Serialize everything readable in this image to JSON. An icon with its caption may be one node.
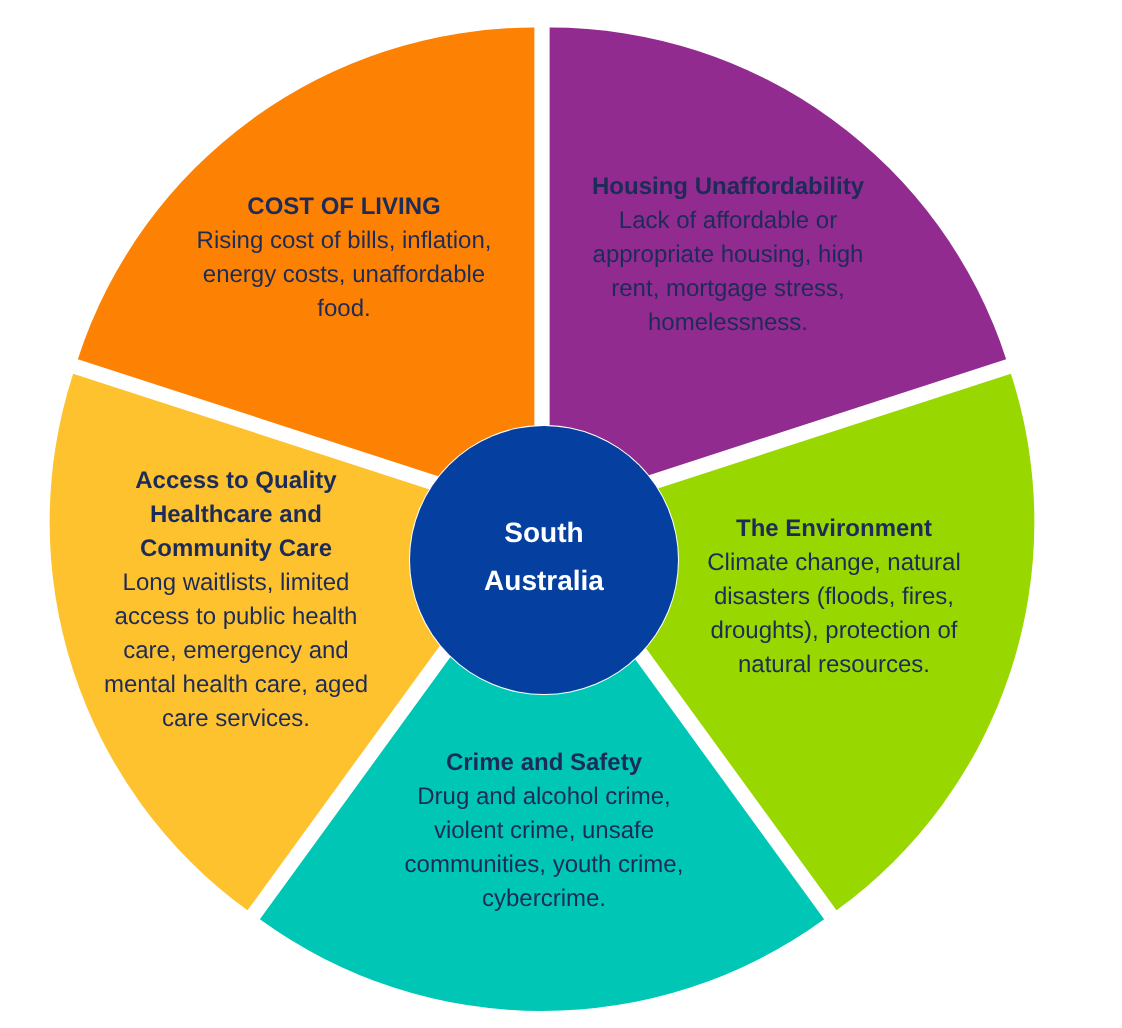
{
  "diagram": {
    "nodes": [
      {
        "text": [
          "COST OF LIVING",
          "Rising cost of bills, inflation, energy costs, unaffordable food."
        ]
      },
      {
        "text": [
          "Housing Unaffordability",
          "Lack of affordable or appropriate housing, high rent, mortgage stress, homelessness."
        ]
      },
      {
        "text": [
          "The Environment",
          "Climate change, natural disasters (floods, fires, droughts), protection of natural resources."
        ]
      },
      {
        "text": [
          "Crime and Safety",
          "Drug and alcohol crime, violent crime, unsafe communities, youth crime, cybercrime."
        ]
      },
      {
        "text": [
          "Access to Quality Healthcare and Community Care",
          "Long waitlists, limited access to public health care, emergency and mental health care, aged care services."
        ]
      },
      {
        "text": [
          "South Australia"
        ]
      }
    ]
  }
}
